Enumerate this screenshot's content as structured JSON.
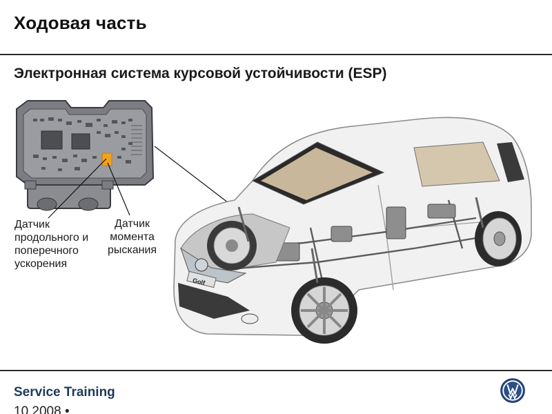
{
  "header": {
    "title": "Ходовая часть"
  },
  "main": {
    "subtitle": "Электронная система курсовой устойчивости (ESP)",
    "labels": {
      "accel_sensor": "Датчик\nпродольного и\nпоперечного\nускорения",
      "yaw_sensor": "Датчик\nмомента\nрыскания"
    },
    "car_badge": "Golf"
  },
  "footer": {
    "brand": "Service Training",
    "date": "10.2008 •"
  },
  "colors": {
    "text": "#111111",
    "footer_brand": "#1e3a5a",
    "rule": "#2b2b2b",
    "sensor_highlight": "#f2a21a",
    "vw_blue": "#2b4f86"
  },
  "icons": {
    "logo": "vw-logo-icon"
  }
}
